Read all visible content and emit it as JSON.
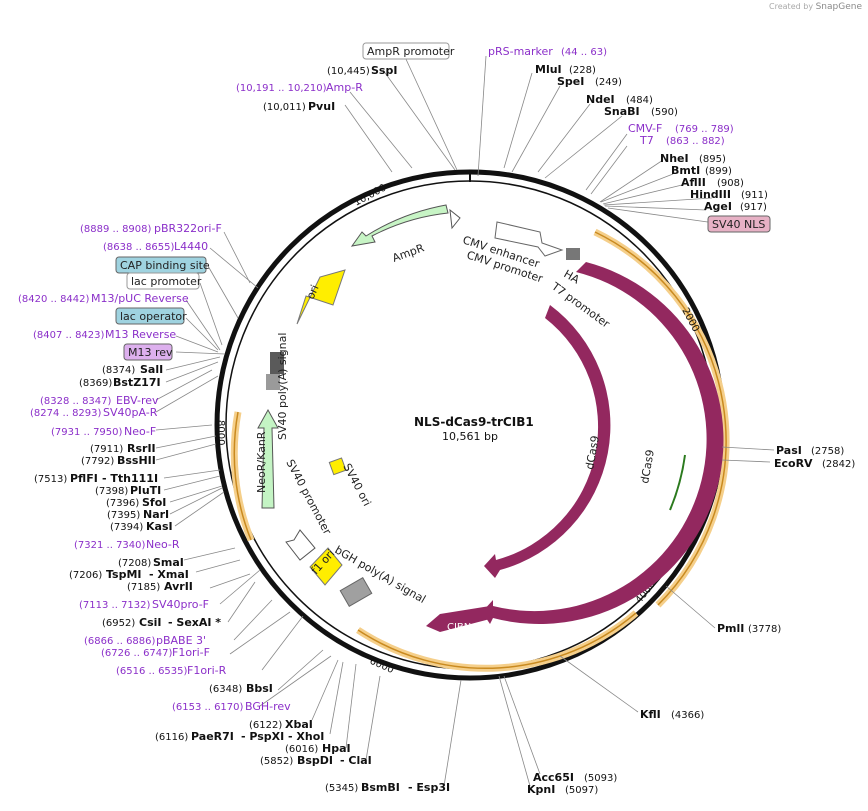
{
  "brand": {
    "prefix": "Created by",
    "name": "SnapGene"
  },
  "plasmid": {
    "name": "NLS-dCas9-trCIB1",
    "length_label": "10,561 bp"
  },
  "ticks": [
    "10,000",
    "2000",
    "4000",
    "6000",
    "8000"
  ],
  "boxed_labels": {
    "ampr_promoter": "AmpR promoter",
    "cap_binding_site": "CAP binding site",
    "lac_promoter": "lac promoter",
    "lac_operator": "lac operator",
    "m13_rev": "M13 rev",
    "sv40_nls": "SV40 NLS"
  },
  "primers": [
    {
      "id": "prs-marker",
      "name": "pRS-marker",
      "range": "(44 .. 63)"
    },
    {
      "id": "amp-r",
      "name": "Amp-R",
      "range": "(10,191 .. 10,210)"
    },
    {
      "id": "cmv-f",
      "name": "CMV-F",
      "range": "(769 .. 789)"
    },
    {
      "id": "t7",
      "name": "T7",
      "range": "(863 .. 882)"
    },
    {
      "id": "pbr322ori-f",
      "name": "pBR322ori-F",
      "range": "(8889 .. 8908)"
    },
    {
      "id": "l4440",
      "name": "L4440",
      "range": "(8638 .. 8655)"
    },
    {
      "id": "m13-puc-reverse",
      "name": "M13/pUC Reverse",
      "range": "(8420 .. 8442)"
    },
    {
      "id": "m13-reverse",
      "name": "M13 Reverse",
      "range": "(8407 .. 8423)"
    },
    {
      "id": "ebv-rev",
      "name": "EBV-rev",
      "range": "(8328 .. 8347)"
    },
    {
      "id": "sv40pa-r",
      "name": "SV40pA-R",
      "range": "(8274 .. 8293)"
    },
    {
      "id": "neo-f",
      "name": "Neo-F",
      "range": "(7931 .. 7950)"
    },
    {
      "id": "neo-r",
      "name": "Neo-R",
      "range": "(7321 .. 7340)"
    },
    {
      "id": "sv40pro-f",
      "name": "SV40pro-F",
      "range": "(7113 .. 7132)"
    },
    {
      "id": "pbabe-3",
      "name": "pBABE 3'",
      "range": "(6866 .. 6886)"
    },
    {
      "id": "f1ori-f",
      "name": "F1ori-F",
      "range": "(6726 .. 6747)"
    },
    {
      "id": "f1ori-r",
      "name": "F1ori-R",
      "range": "(6516 .. 6535)"
    },
    {
      "id": "bgh-rev",
      "name": "BGH-rev",
      "range": "(6153 .. 6170)"
    }
  ],
  "sites": [
    {
      "id": "sspi",
      "name": "SspI",
      "pos": "(10,445)"
    },
    {
      "id": "pvui",
      "name": "PvuI",
      "pos": "(10,011)"
    },
    {
      "id": "mlui",
      "name": "MluI",
      "pos": "(228)"
    },
    {
      "id": "spei",
      "name": "SpeI",
      "pos": "(249)"
    },
    {
      "id": "ndei",
      "name": "NdeI",
      "pos": "(484)"
    },
    {
      "id": "snabi",
      "name": "SnaBI",
      "pos": "(590)"
    },
    {
      "id": "nhei",
      "name": "NheI",
      "pos": "(895)"
    },
    {
      "id": "bmti",
      "name": "BmtI",
      "pos": "(899)"
    },
    {
      "id": "aflii",
      "name": "AflII",
      "pos": "(908)"
    },
    {
      "id": "hindiii",
      "name": "HindIII",
      "pos": "(911)"
    },
    {
      "id": "agei",
      "name": "AgeI",
      "pos": "(917)"
    },
    {
      "id": "pasi",
      "name": "PasI",
      "pos": "(2758)"
    },
    {
      "id": "ecorv",
      "name": "EcoRV",
      "pos": "(2842)"
    },
    {
      "id": "pmli",
      "name": "PmlI",
      "pos": "(3778)"
    },
    {
      "id": "kfli",
      "name": "KflI",
      "pos": "(4366)"
    },
    {
      "id": "acc65i",
      "name": "Acc65I",
      "pos": "(5093)"
    },
    {
      "id": "kpni",
      "name": "KpnI",
      "pos": "(5097)"
    },
    {
      "id": "bsmbi",
      "name": "BsmBI",
      "pos": "(5345)"
    },
    {
      "id": "esp3i",
      "name": "- Esp3I",
      "pos": ""
    },
    {
      "id": "sali",
      "name": "SalI",
      "pos": "(8374)"
    },
    {
      "id": "bstz17i",
      "name": "BstZ17I",
      "pos": "(8369)"
    },
    {
      "id": "rsrii",
      "name": "RsrII",
      "pos": "(7911)"
    },
    {
      "id": "bsshii",
      "name": "BssHII",
      "pos": "(7792)"
    },
    {
      "id": "pflfi",
      "name": "PflFI",
      "pos": "(7513)"
    },
    {
      "id": "tth111i",
      "name": "- Tth111I",
      "pos": ""
    },
    {
      "id": "pluti",
      "name": "PluTI",
      "pos": "(7398)"
    },
    {
      "id": "sfoi",
      "name": "SfoI",
      "pos": "(7396)"
    },
    {
      "id": "nari",
      "name": "NarI",
      "pos": "(7395)"
    },
    {
      "id": "kasi",
      "name": "KasI",
      "pos": "(7394)"
    },
    {
      "id": "smai",
      "name": "SmaI",
      "pos": "(7208)"
    },
    {
      "id": "tspmi",
      "name": "TspMI",
      "pos": "(7206)"
    },
    {
      "id": "xmai",
      "name": "- XmaI",
      "pos": ""
    },
    {
      "id": "avrii",
      "name": "AvrII",
      "pos": "(7185)"
    },
    {
      "id": "csii",
      "name": "CsiI",
      "pos": "(6952)"
    },
    {
      "id": "sexai",
      "name": "- SexAI *",
      "pos": ""
    },
    {
      "id": "bbsi",
      "name": "BbsI",
      "pos": "(6348)"
    },
    {
      "id": "xbai",
      "name": "XbaI",
      "pos": "(6122)"
    },
    {
      "id": "paer7i",
      "name": "PaeR7I",
      "pos": "(6116)"
    },
    {
      "id": "pspxi",
      "name": "- PspXI",
      "pos": ""
    },
    {
      "id": "xhoi",
      "name": "- XhoI",
      "pos": ""
    },
    {
      "id": "hpai",
      "name": "HpaI",
      "pos": "(6016)"
    },
    {
      "id": "bspdi",
      "name": "BspDI",
      "pos": "(5852)"
    },
    {
      "id": "clai",
      "name": "- ClaI",
      "pos": ""
    }
  ],
  "features": {
    "ampr": "AmpR",
    "ori": "ori",
    "cmv_enhancer": "CMV enhancer",
    "cmv_promoter": "CMV promoter",
    "ha": "HA",
    "t7_promoter": "T7 promoter",
    "sv40_polya": "SV40 poly(A) signal",
    "neor": "NeoR/KanR",
    "sv40_promoter": "SV40 promoter",
    "sv40_ori": "SV40 ori",
    "f1_ori": "f1 ori",
    "bgh_polya": "bGH poly(A) signal",
    "dcas9_a": "dCas9",
    "dcas9_b": "dCas9",
    "cibn": "CIBN"
  },
  "colors": {
    "backbone": "#111111",
    "primer": "#8b2fc9",
    "cds_maroon": "#93285f",
    "orf_orange": "#f0b14b",
    "ampr_green": "#c7f4c5",
    "ori_yellow": "#ffee00",
    "neor_green": "#c4f4c4",
    "polya_gray": "#a0a0a0",
    "lac_blue": "#9fd3e0",
    "nls_pink": "#e7b1c5"
  }
}
